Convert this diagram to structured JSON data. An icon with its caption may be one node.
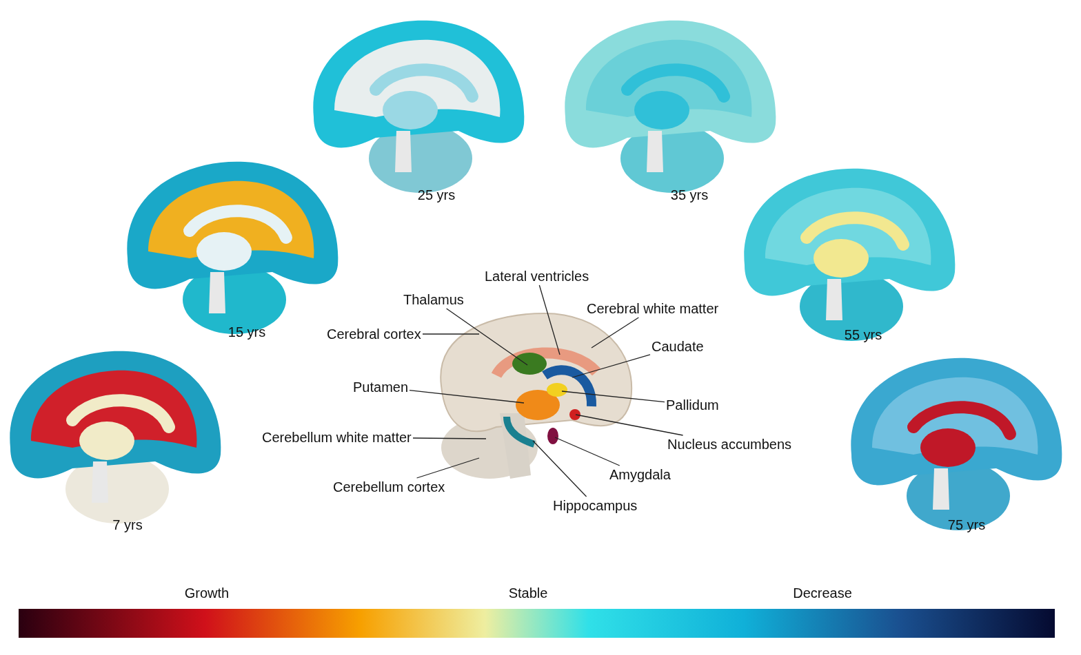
{
  "diagram": {
    "nodes": [
      {
        "text": [
          "Lateral ventricles"
        ]
      },
      {
        "text": [
          "Thalamus"
        ]
      },
      {
        "text": [
          "Cerebral white matter"
        ]
      },
      {
        "text": [
          "Cerebral cortex"
        ]
      },
      {
        "text": [
          "Caudate"
        ]
      },
      {
        "text": [
          "Putamen"
        ]
      },
      {
        "text": [
          "Pallidum"
        ]
      },
      {
        "text": [
          "Cerebellum white matter"
        ]
      },
      {
        "text": [
          "Nucleus accumbens"
        ]
      },
      {
        "text": [
          "Amygdala"
        ]
      },
      {
        "text": [
          "Cerebellum cortex"
        ]
      },
      {
        "text": [
          "Hippocampus"
        ]
      }
    ],
    "edges": [
      {
        "from": 0,
        "to": null,
        "arrow": "none"
      },
      {
        "from": 1,
        "to": null,
        "arrow": "none"
      },
      {
        "from": 2,
        "to": null,
        "arrow": "none"
      },
      {
        "from": 3,
        "to": null,
        "arrow": "none"
      },
      {
        "from": 4,
        "to": null,
        "arrow": "none"
      },
      {
        "from": 5,
        "to": null,
        "arrow": "none"
      },
      {
        "from": 6,
        "to": null,
        "arrow": "none"
      },
      {
        "from": 7,
        "to": null,
        "arrow": "none"
      },
      {
        "from": 8,
        "to": null,
        "arrow": "none"
      },
      {
        "from": 9,
        "to": null,
        "arrow": "none"
      },
      {
        "from": 10,
        "to": null,
        "arrow": "none"
      },
      {
        "from": 11,
        "to": null,
        "arrow": "none"
      }
    ],
    "labels": [
      "25 yrs",
      "35 yrs",
      "15 yrs",
      "55 yrs",
      "7 yrs",
      "75 yrs",
      "Growth",
      "Stable",
      "Decrease"
    ]
  }
}
